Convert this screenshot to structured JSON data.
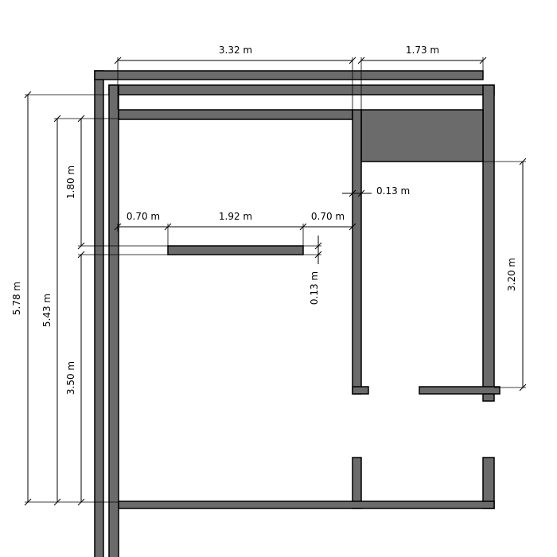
{
  "colors": {
    "wall_fill": "#6b6b6b",
    "wall_stroke": "#000000",
    "background": "#ffffff"
  },
  "dimensions": {
    "top_left_width": "3.32 m",
    "top_right_width": "1.73 m",
    "overall_height": "5.78 m",
    "inner_height": "5.43 m",
    "upper_segment": "1.80 m",
    "lower_segment": "3.50 m",
    "left_gap": "0.70 m",
    "partition_length": "1.92 m",
    "right_gap": "0.70 m",
    "partition_thickness": "0.13 m",
    "wall_thickness": "0.13 m",
    "right_room_height": "3.20 m"
  }
}
